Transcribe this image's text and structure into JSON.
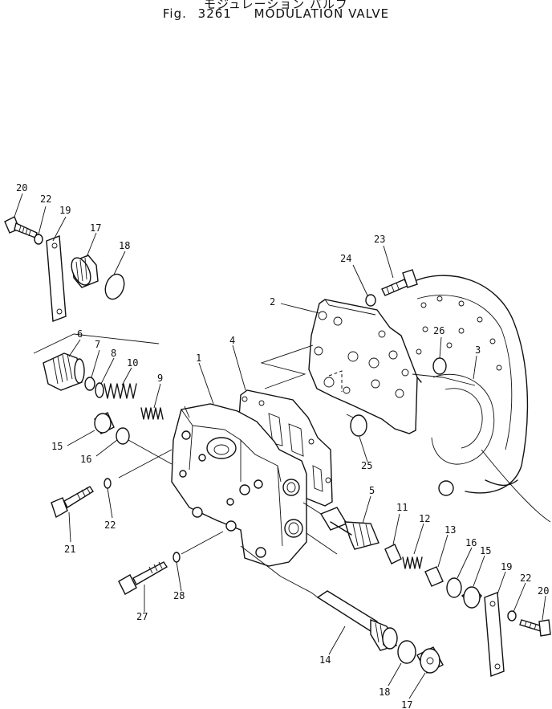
{
  "header": {
    "title_jp": "モジュレーション バルブ",
    "fig_label": "Fig.",
    "fig_number": "3261",
    "title_en": "MODULATION VALVE"
  },
  "callouts": [
    {
      "id": "c20a",
      "text": "20"
    },
    {
      "id": "c22a",
      "text": "22"
    },
    {
      "id": "c19a",
      "text": "19"
    },
    {
      "id": "c17a",
      "text": "17"
    },
    {
      "id": "c18a",
      "text": "18"
    },
    {
      "id": "c23",
      "text": "23"
    },
    {
      "id": "c24",
      "text": "24"
    },
    {
      "id": "c2",
      "text": "2"
    },
    {
      "id": "c26",
      "text": "26"
    },
    {
      "id": "c3",
      "text": "3"
    },
    {
      "id": "c6",
      "text": "6"
    },
    {
      "id": "c7",
      "text": "7"
    },
    {
      "id": "c8",
      "text": "8"
    },
    {
      "id": "c10",
      "text": "10"
    },
    {
      "id": "c9",
      "text": "9"
    },
    {
      "id": "c4",
      "text": "4"
    },
    {
      "id": "c1",
      "text": "1"
    },
    {
      "id": "c15a",
      "text": "15"
    },
    {
      "id": "c16a",
      "text": "16"
    },
    {
      "id": "c22b",
      "text": "22"
    },
    {
      "id": "c21",
      "text": "21"
    },
    {
      "id": "c25",
      "text": "25"
    },
    {
      "id": "c5",
      "text": "5"
    },
    {
      "id": "c11",
      "text": "11"
    },
    {
      "id": "c12",
      "text": "12"
    },
    {
      "id": "c13",
      "text": "13"
    },
    {
      "id": "c16b",
      "text": "16"
    },
    {
      "id": "c15b",
      "text": "15"
    },
    {
      "id": "c19b",
      "text": "19"
    },
    {
      "id": "c22c",
      "text": "22"
    },
    {
      "id": "c20b",
      "text": "20"
    },
    {
      "id": "c28",
      "text": "28"
    },
    {
      "id": "c27",
      "text": "27"
    },
    {
      "id": "c14",
      "text": "14"
    },
    {
      "id": "c18b",
      "text": "18"
    },
    {
      "id": "c17b",
      "text": "17"
    }
  ]
}
